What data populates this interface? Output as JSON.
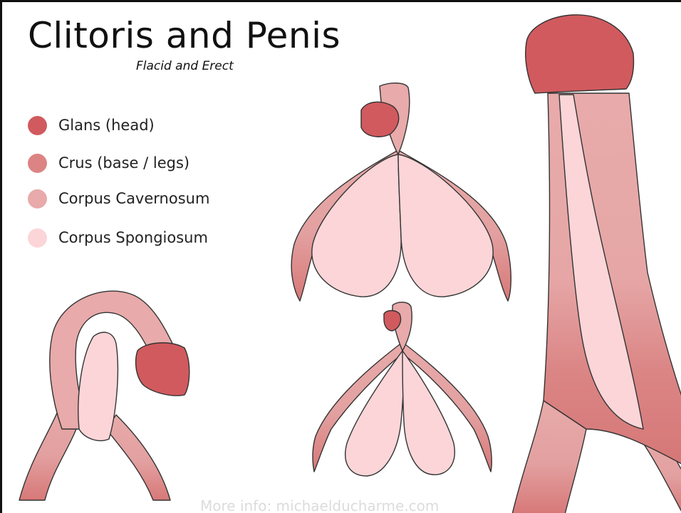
{
  "title": "Clitoris and Penis",
  "subtitle": "Flacid and Erect",
  "legend": [
    {
      "label": "Glans (head)",
      "color": "#d15a5e"
    },
    {
      "label": "Crus (base / legs)",
      "color": "#dc8484"
    },
    {
      "label": "Corpus Cavernosum",
      "color": "#e8aaaa"
    },
    {
      "label": "Corpus Spongiosum",
      "color": "#fbd5d8"
    }
  ],
  "credit": "More info: michaelducharme.com",
  "figures": [
    "clitoris-erect",
    "clitoris-flacid",
    "penis-flacid",
    "penis-erect"
  ]
}
